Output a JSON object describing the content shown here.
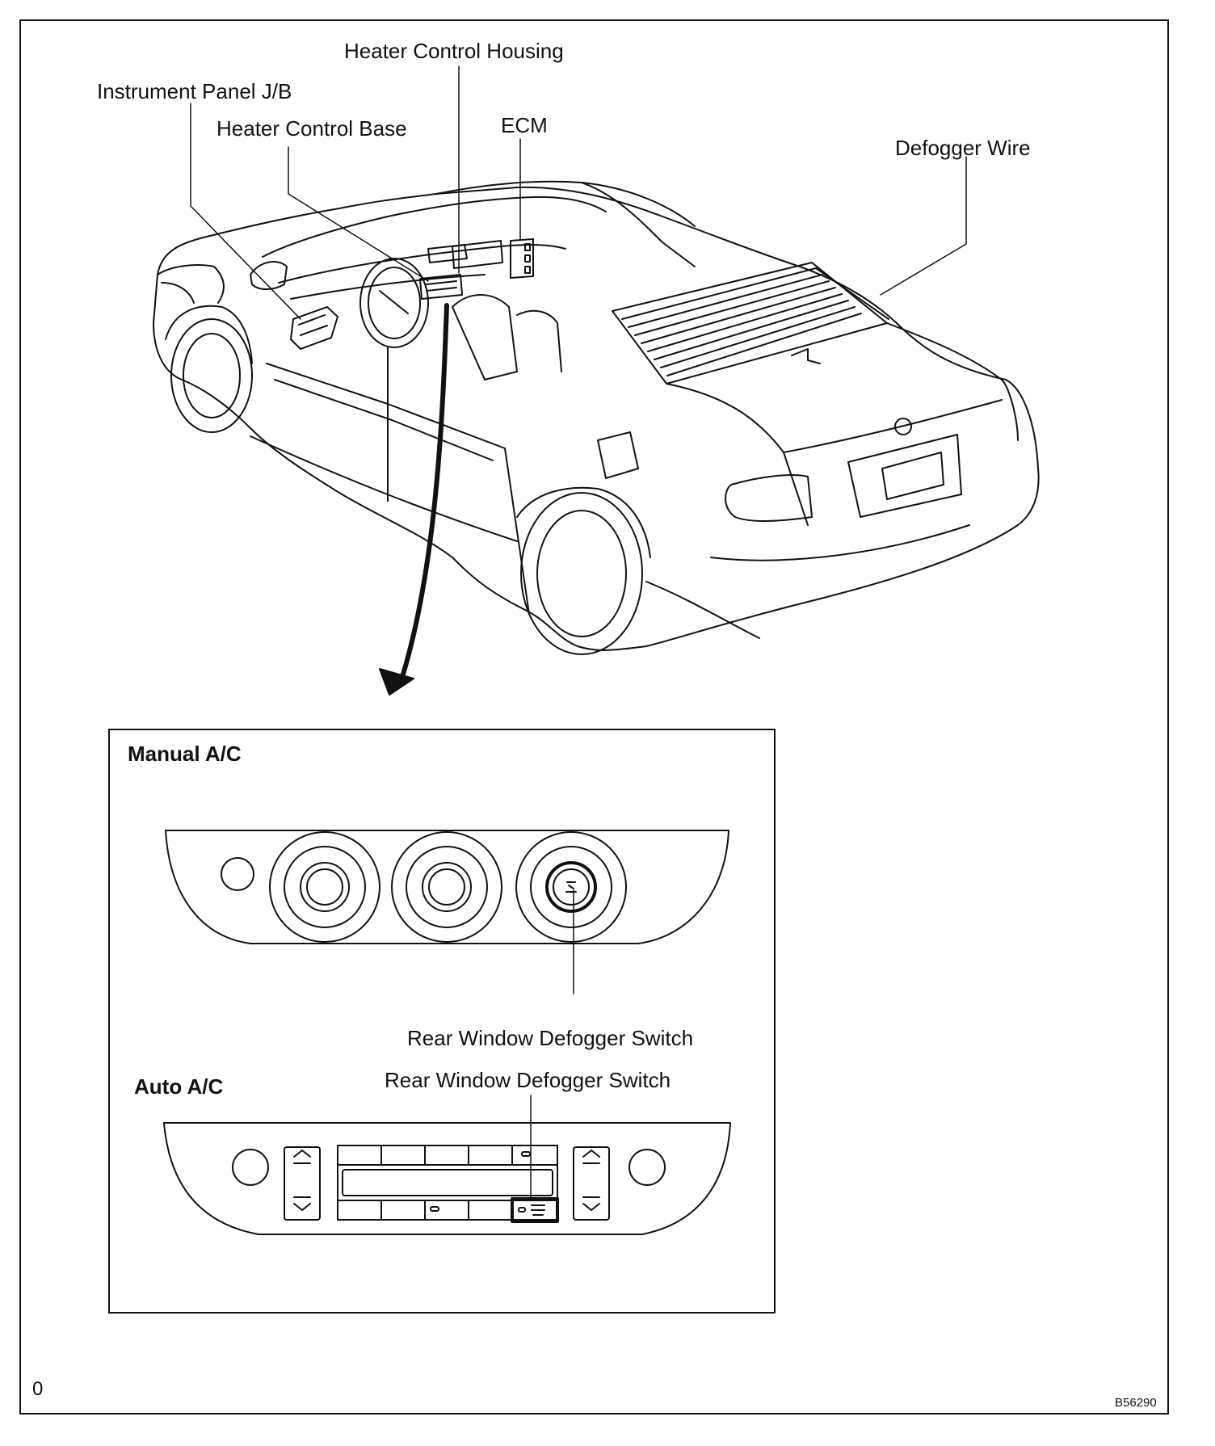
{
  "labels": {
    "heater_control_housing": "Heater Control Housing",
    "instrument_panel_jb": "Instrument Panel J/B",
    "heater_control_base": "Heater Control Base",
    "ecm": "ECM",
    "defogger_wire": "Defogger Wire",
    "manual_ac": "Manual A/C",
    "auto_ac": "Auto A/C",
    "rear_window_defogger_switch_manual": "Rear Window Defogger Switch",
    "rear_window_defogger_switch_auto": "Rear Window Defogger Switch",
    "page_marker": "0",
    "figure_code": "B56290"
  },
  "colors": {
    "line": "#111111",
    "background": "#ffffff"
  }
}
